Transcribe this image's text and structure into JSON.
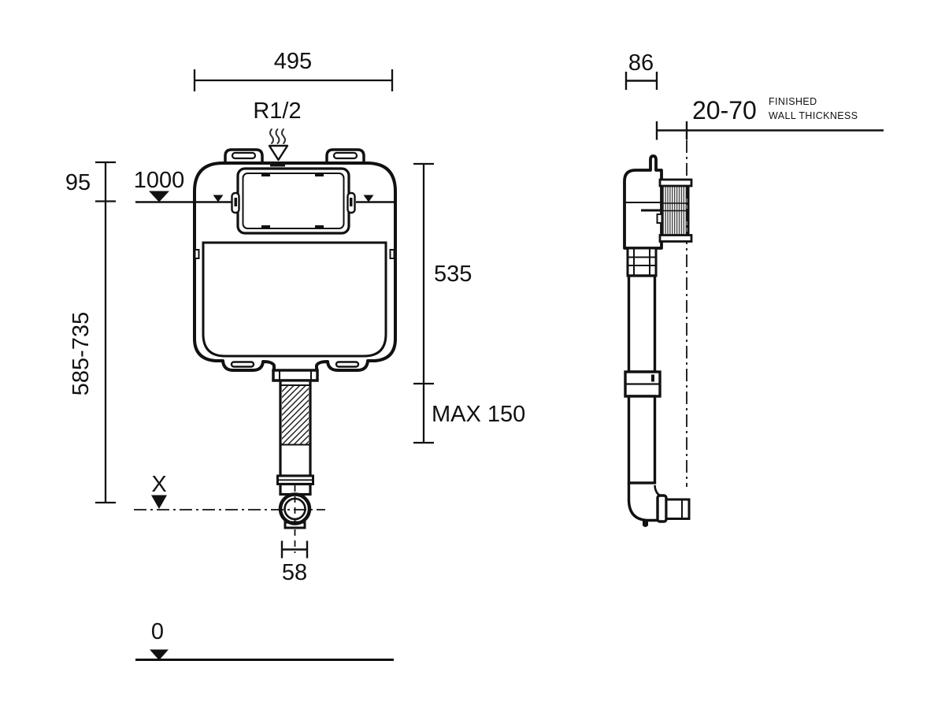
{
  "drawing": {
    "type": "technical-dimension-drawing",
    "subject": "concealed-toilet-cistern",
    "background_color": "#ffffff",
    "line_color": "#111111",
    "front_view": {
      "width_dim": "495",
      "inlet_thread": "R1/2",
      "top_offset_dim": "95",
      "water_level": "1000",
      "install_height_dim": "585-735",
      "body_height_dim": "535",
      "cut_max_dim": "MAX 150",
      "outlet_axis_label": "X",
      "outlet_width_dim": "58",
      "floor_level": "0"
    },
    "side_view": {
      "depth_dim": "86",
      "wall_range_dim": "20-70",
      "wall_note_line1": "FINISHED",
      "wall_note_line2": "WALL THICKNESS"
    }
  }
}
